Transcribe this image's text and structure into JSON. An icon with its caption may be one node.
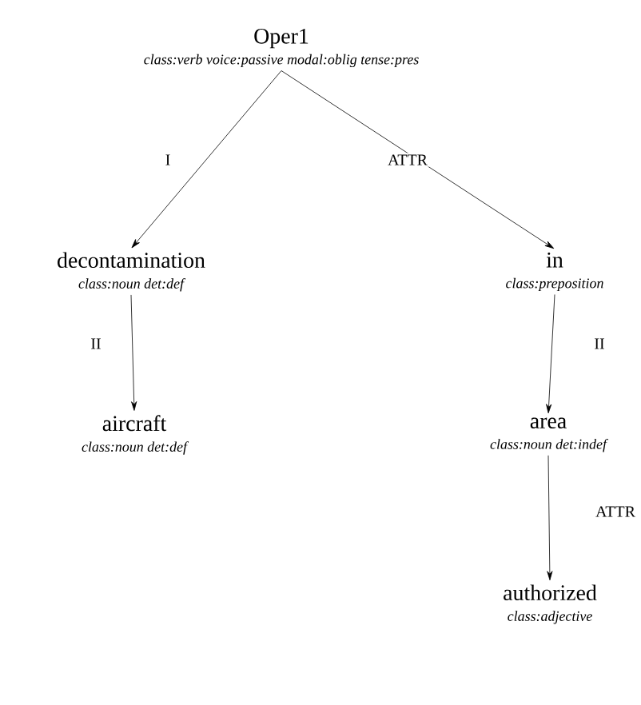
{
  "diagram": {
    "nodes": [
      {
        "text": [
          "Oper1",
          "class:verb voice:passive modal:oblig tense:pres"
        ]
      },
      {
        "text": [
          "decontamination",
          "class:noun det:def"
        ]
      },
      {
        "text": [
          "in",
          "class:preposition"
        ]
      },
      {
        "text": [
          "aircraft",
          "class:noun det:def"
        ]
      },
      {
        "text": [
          "area",
          "class:noun det:indef"
        ]
      },
      {
        "text": [
          "authorized",
          "class:adjective"
        ]
      }
    ],
    "edges": [
      {
        "from": 0,
        "to": 1,
        "arrow": "to",
        "label": "I"
      },
      {
        "from": 0,
        "to": 2,
        "arrow": "to",
        "label": "ATTR"
      },
      {
        "from": 1,
        "to": 3,
        "arrow": "to",
        "label": "II"
      },
      {
        "from": 2,
        "to": 4,
        "arrow": "to",
        "label": "II"
      },
      {
        "from": 4,
        "to": 5,
        "arrow": "to",
        "label": "ATTR"
      }
    ]
  }
}
